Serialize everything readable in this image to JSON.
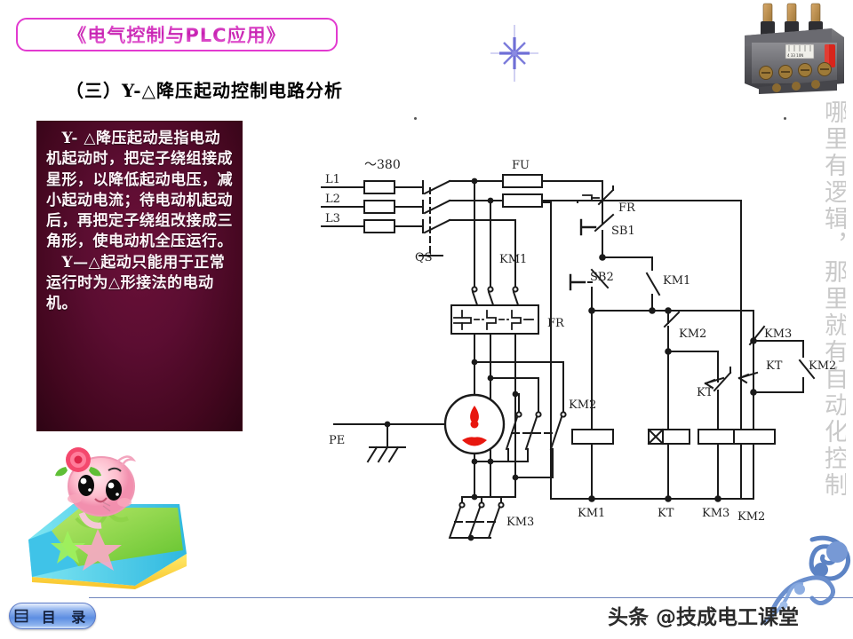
{
  "header": {
    "title": "《电气控制与PLC应用》",
    "section_heading": "（三）Y-△降压起动控制电路分析"
  },
  "explanation": {
    "text": "　Y- △降压起动是指电动机起动时，把定子绕组接成星形，以降低起动电压，减小起动电流；待电动机起动后，再把定子绕组改接成三角形，使电动机全压运行。\n　Y—△起动只能用于正常运行时为△形接法的电动机。"
  },
  "watermarks": {
    "vertical": "哪里有逻辑，那里就有自动化控制",
    "bottom": "头条 @技成电工课堂"
  },
  "footer": {
    "contents_label": "目 录",
    "contents_icon": "list-icon"
  },
  "decorations": {
    "sparkle_icon": "sparkle-star-icon",
    "relay_photo": "thermal-overload-relay-photo",
    "mascot": "cartoon-mascot-on-book",
    "corner_flourish": "blue-floral-corner-ornament"
  },
  "circuit": {
    "title": "Y-delta star-delta reduced voltage starting control circuit",
    "power_section": {
      "supply_label": "～380",
      "phase_labels": [
        "L1",
        "L2",
        "L3"
      ],
      "disconnect_label": "QS",
      "fuse_label_main": "FU",
      "contactor_main": "KM1",
      "thermal_relay": "FR",
      "earth_label": "PE",
      "contactor_delta": "KM2",
      "contactor_star": "KM3",
      "motor_symbol": "three-phase-motor-icon"
    },
    "control_section": {
      "fuse_label": "FU",
      "thermal_contact": "FR",
      "stop_button": "SB1",
      "start_button": "SB2",
      "seal_contact": "KM1",
      "interlock_km2": "KM2",
      "interlock_km3": "KM3",
      "timer_contacts": [
        "KT",
        "KT"
      ],
      "aux_contact": "KM2",
      "coils": [
        "KM1",
        "KT",
        "KM3",
        "KM2"
      ]
    }
  },
  "colors": {
    "title_border": "#e23ad0",
    "title_text": "#d32cbe",
    "explain_bg": "#5b0d31",
    "explain_text": "#fdf4f8",
    "motor_rotor": "#e8170f",
    "circuit_line": "#1a1a1a",
    "button_blue": "#5d8ee2",
    "watermark_gray": "#c9c9c9"
  }
}
